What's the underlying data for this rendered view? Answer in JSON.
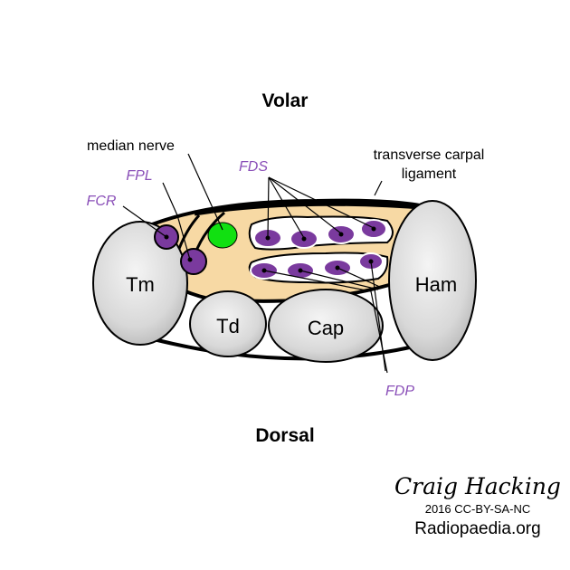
{
  "headings": {
    "volar": "Volar",
    "dorsal": "Dorsal"
  },
  "labels": {
    "median_nerve": "median nerve",
    "transverse_line1": "transverse carpal",
    "transverse_line2": "ligament",
    "fds": "FDS",
    "fpl": "FPL",
    "fcr": "FCR",
    "fdp": "FDP"
  },
  "bones": {
    "tm": "Tm",
    "td": "Td",
    "cap": "Cap",
    "ham": "Ham"
  },
  "credit": {
    "signature": "Craig Hacking",
    "license": "2016 CC-BY-SA-NC",
    "site": "Radiopaedia.org"
  },
  "colors": {
    "tunnel_fill": "#f7d9a4",
    "tendon": "#7a3a9e",
    "tendon_ring": "#ffffff",
    "nerve": "#11e011",
    "bone": "#d6d6d6",
    "label_purple": "#8a4fb8"
  }
}
